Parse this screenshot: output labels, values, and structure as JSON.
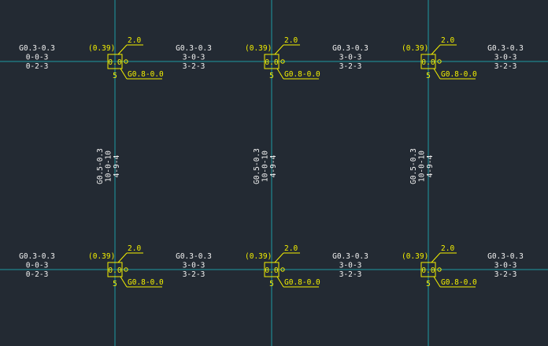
{
  "colors": {
    "background": "#232a33",
    "grid_line": "#1e9aa3",
    "column_symbol": "#f4f000",
    "beam_text": "#f2f2f2"
  },
  "columns": [
    {
      "id": "c1",
      "bracket": "(0.39)",
      "top": "2.0",
      "center": "0.0",
      "bottom": "5",
      "bottom_right": "G0.8-0.0"
    },
    {
      "id": "c2",
      "bracket": "(0.39)",
      "top": "2.0",
      "center": "0.0",
      "bottom": "5",
      "bottom_right": "G0.8-0.0"
    },
    {
      "id": "c3",
      "bracket": "(0.39)",
      "top": "2.0",
      "center": "0.0",
      "bottom": "5",
      "bottom_right": "G0.8-0.0"
    },
    {
      "id": "c4",
      "bracket": "(0.39)",
      "top": "2.0",
      "center": "0.0",
      "bottom": "5",
      "bottom_right": "G0.8-0.0"
    },
    {
      "id": "c5",
      "bracket": "(0.39)",
      "top": "2.0",
      "center": "0.0",
      "bottom": "5",
      "bottom_right": "G0.8-0.0"
    },
    {
      "id": "c6",
      "bracket": "(0.39)",
      "top": "2.0",
      "center": "0.0",
      "bottom": "5",
      "bottom_right": "G0.8-0.0"
    }
  ],
  "horizontal_beams": [
    {
      "id": "h1",
      "lines": [
        "G0.3-0.3",
        "0-0-3",
        "0-2-3"
      ]
    },
    {
      "id": "h2",
      "lines": [
        "G0.3-0.3",
        "3-0-3",
        "3-2-3"
      ]
    },
    {
      "id": "h3",
      "lines": [
        "G0.3-0.3",
        "3-0-3",
        "3-2-3"
      ]
    },
    {
      "id": "h4",
      "lines": [
        "G0.3-0.3",
        "3-0-3",
        "3-2-3"
      ]
    },
    {
      "id": "h5",
      "lines": [
        "G0.3-0.3",
        "0-0-3",
        "0-2-3"
      ]
    },
    {
      "id": "h6",
      "lines": [
        "G0.3-0.3",
        "3-0-3",
        "3-2-3"
      ]
    },
    {
      "id": "h7",
      "lines": [
        "G0.3-0.3",
        "3-0-3",
        "3-2-3"
      ]
    },
    {
      "id": "h8",
      "lines": [
        "G0.3-0.3",
        "3-0-3",
        "3-2-3"
      ]
    }
  ],
  "vertical_beams": [
    {
      "id": "v1",
      "lines": [
        "G0.5-0.3",
        "10-0-10",
        "4-9-4"
      ]
    },
    {
      "id": "v2",
      "lines": [
        "G0.5-0.3",
        "10-0-10",
        "4-9-4"
      ]
    },
    {
      "id": "v3",
      "lines": [
        "G0.5-0.3",
        "10-0-10",
        "4-9-4"
      ]
    }
  ]
}
